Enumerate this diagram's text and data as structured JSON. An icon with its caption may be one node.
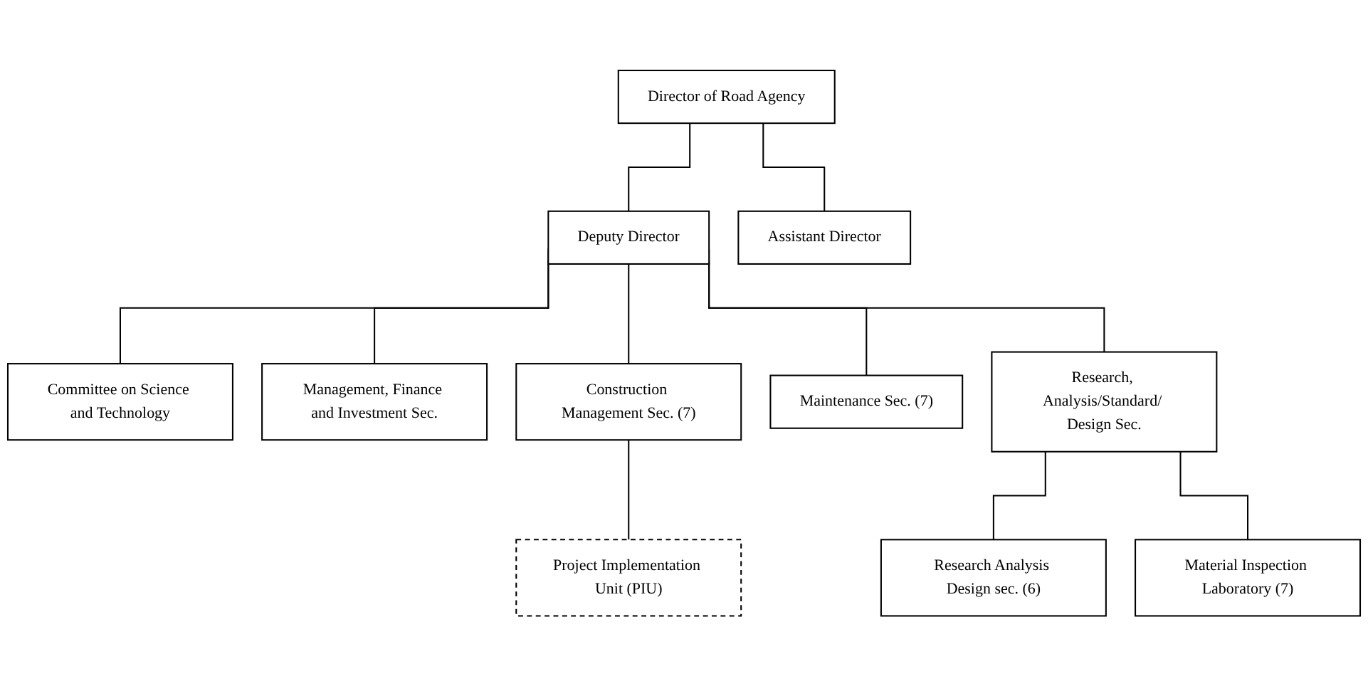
{
  "diagram": {
    "nodes": [
      {
        "text": [
          "Director of Road Agency"
        ]
      },
      {
        "text": [
          "Assistant Director"
        ]
      },
      {
        "text": [
          "Deputy Director"
        ]
      },
      {
        "text": [
          "Committee on Science and Technology"
        ]
      },
      {
        "text": [
          "Management, Finance and Investment Sec."
        ]
      },
      {
        "text": [
          "Construction Management Sec. (7)"
        ]
      },
      {
        "text": [
          "Maintenance Sec. (7)"
        ]
      },
      {
        "text": [
          "Research, Analysis/Standard/ Design Sec."
        ]
      },
      {
        "text": [
          "Project Implementation Unit (PIU)"
        ]
      },
      {
        "text": [
          "Research Analysis Design sec. (6)"
        ]
      },
      {
        "text": [
          "Material Inspection Laboratory (7)"
        ]
      }
    ],
    "edges": [
      {
        "from": 0,
        "to": 1,
        "arrow": "none"
      },
      {
        "from": 0,
        "to": 2,
        "arrow": "none"
      },
      {
        "from": 2,
        "to": 3,
        "arrow": "none"
      },
      {
        "from": 2,
        "to": 4,
        "arrow": "none"
      },
      {
        "from": 2,
        "to": 5,
        "arrow": "none"
      },
      {
        "from": 2,
        "to": 6,
        "arrow": "none"
      },
      {
        "from": 2,
        "to": 7,
        "arrow": "none"
      },
      {
        "from": 5,
        "to": 8,
        "arrow": "none"
      },
      {
        "from": 7,
        "to": 9,
        "arrow": "none"
      },
      {
        "from": 7,
        "to": 10,
        "arrow": "none"
      }
    ]
  }
}
